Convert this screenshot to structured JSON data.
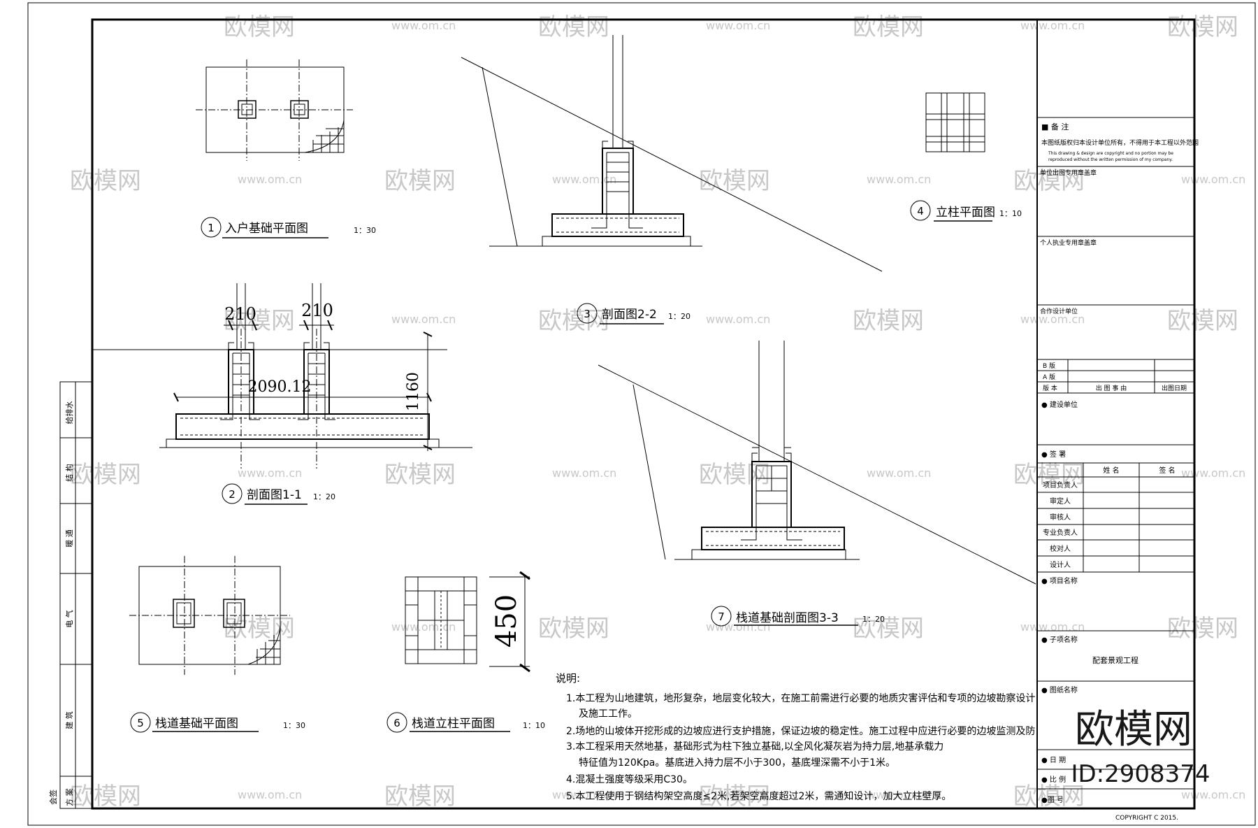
{
  "drawing_views": [
    {
      "num": "1",
      "title": "入户基础平面图",
      "scale": "1：30"
    },
    {
      "num": "2",
      "title": "剖面图1-1",
      "scale": "1：20"
    },
    {
      "num": "3",
      "title": "剖面图2-2",
      "scale": "1：20"
    },
    {
      "num": "4",
      "title": "立柱平面图",
      "scale": "1：10"
    },
    {
      "num": "5",
      "title": "栈道基础平面图",
      "scale": "1：30"
    },
    {
      "num": "6",
      "title": "栈道立柱平面图",
      "scale": "1：10"
    },
    {
      "num": "7",
      "title": "栈道基础剖面图3-3",
      "scale": "1：20"
    }
  ],
  "dimensions": {
    "d1": "210",
    "d2": "210",
    "d3": "2090.12",
    "d4": "1160",
    "d5": "450"
  },
  "notes": {
    "heading": "说明:",
    "lines": [
      "1.本工程为山地建筑，地形复杂，地层变化较大，在施工前需进行必要的地质灾害评估和专项的边坡勘察设计",
      "及施工工作。",
      "2.场地的山坡体开挖形成的边坡应进行支护措施，保证边坡的稳定性。施工过程中应进行必要的边坡监测及防",
      "3.本工程采用天然地基，基础形式为柱下独立基础,以全风化凝灰岩为持力层,地基承载力",
      "特征值为120Kpa。基底进入持力层不小于300，基底埋深需不小于1米。",
      "4.混凝土强度等级采用C30。",
      "5.本工程使用于钢结构架空高度≤2米,若架空高度超过2米，需通知设计，加大立柱壁厚。"
    ]
  },
  "left_strip": [
    "给排水",
    "结 构",
    "暖 通",
    "电 气",
    "建 筑",
    "方 案",
    "会签"
  ],
  "title_block": {
    "remarks_heading": "■ 备 注",
    "remarks_cn": "本图纸版权归本设计单位所有，不得用于本工程以外范围",
    "remarks_en1": "This drawing & design are copyright and no portion may be",
    "remarks_en2": "reproduced without the written permission of my company.",
    "unit_stamp": "单位出图专用章盖章",
    "personal_stamp": "个人执业专用章盖章",
    "coop_unit": "合作设计单位",
    "version_b": "B 版",
    "version_a": "A 版",
    "version_col": "版 本",
    "issue_reason": "出 图 事 由",
    "issue_date": "出图日期",
    "client": "● 建设单位",
    "sign_heading": "● 签 署",
    "name_col": "姓 名",
    "sig_col": "签 名",
    "roles": [
      "项目负责人",
      "审定人",
      "审核人",
      "专业负责人",
      "校对人",
      "设计人"
    ],
    "project_name": "● 项目名称",
    "sub_project": "● 子项名称",
    "sub_project_value": "配套景观工程",
    "drawing_name": "● 图纸名称",
    "date_label": "● 日 期",
    "scale_label": "● 比 例",
    "drawing_no": "●图 号",
    "copyright": "COPYRIGHT C 2015."
  },
  "watermark": {
    "brand": "欧模网",
    "url": "www.om.cn",
    "id": "ID:2908374"
  }
}
